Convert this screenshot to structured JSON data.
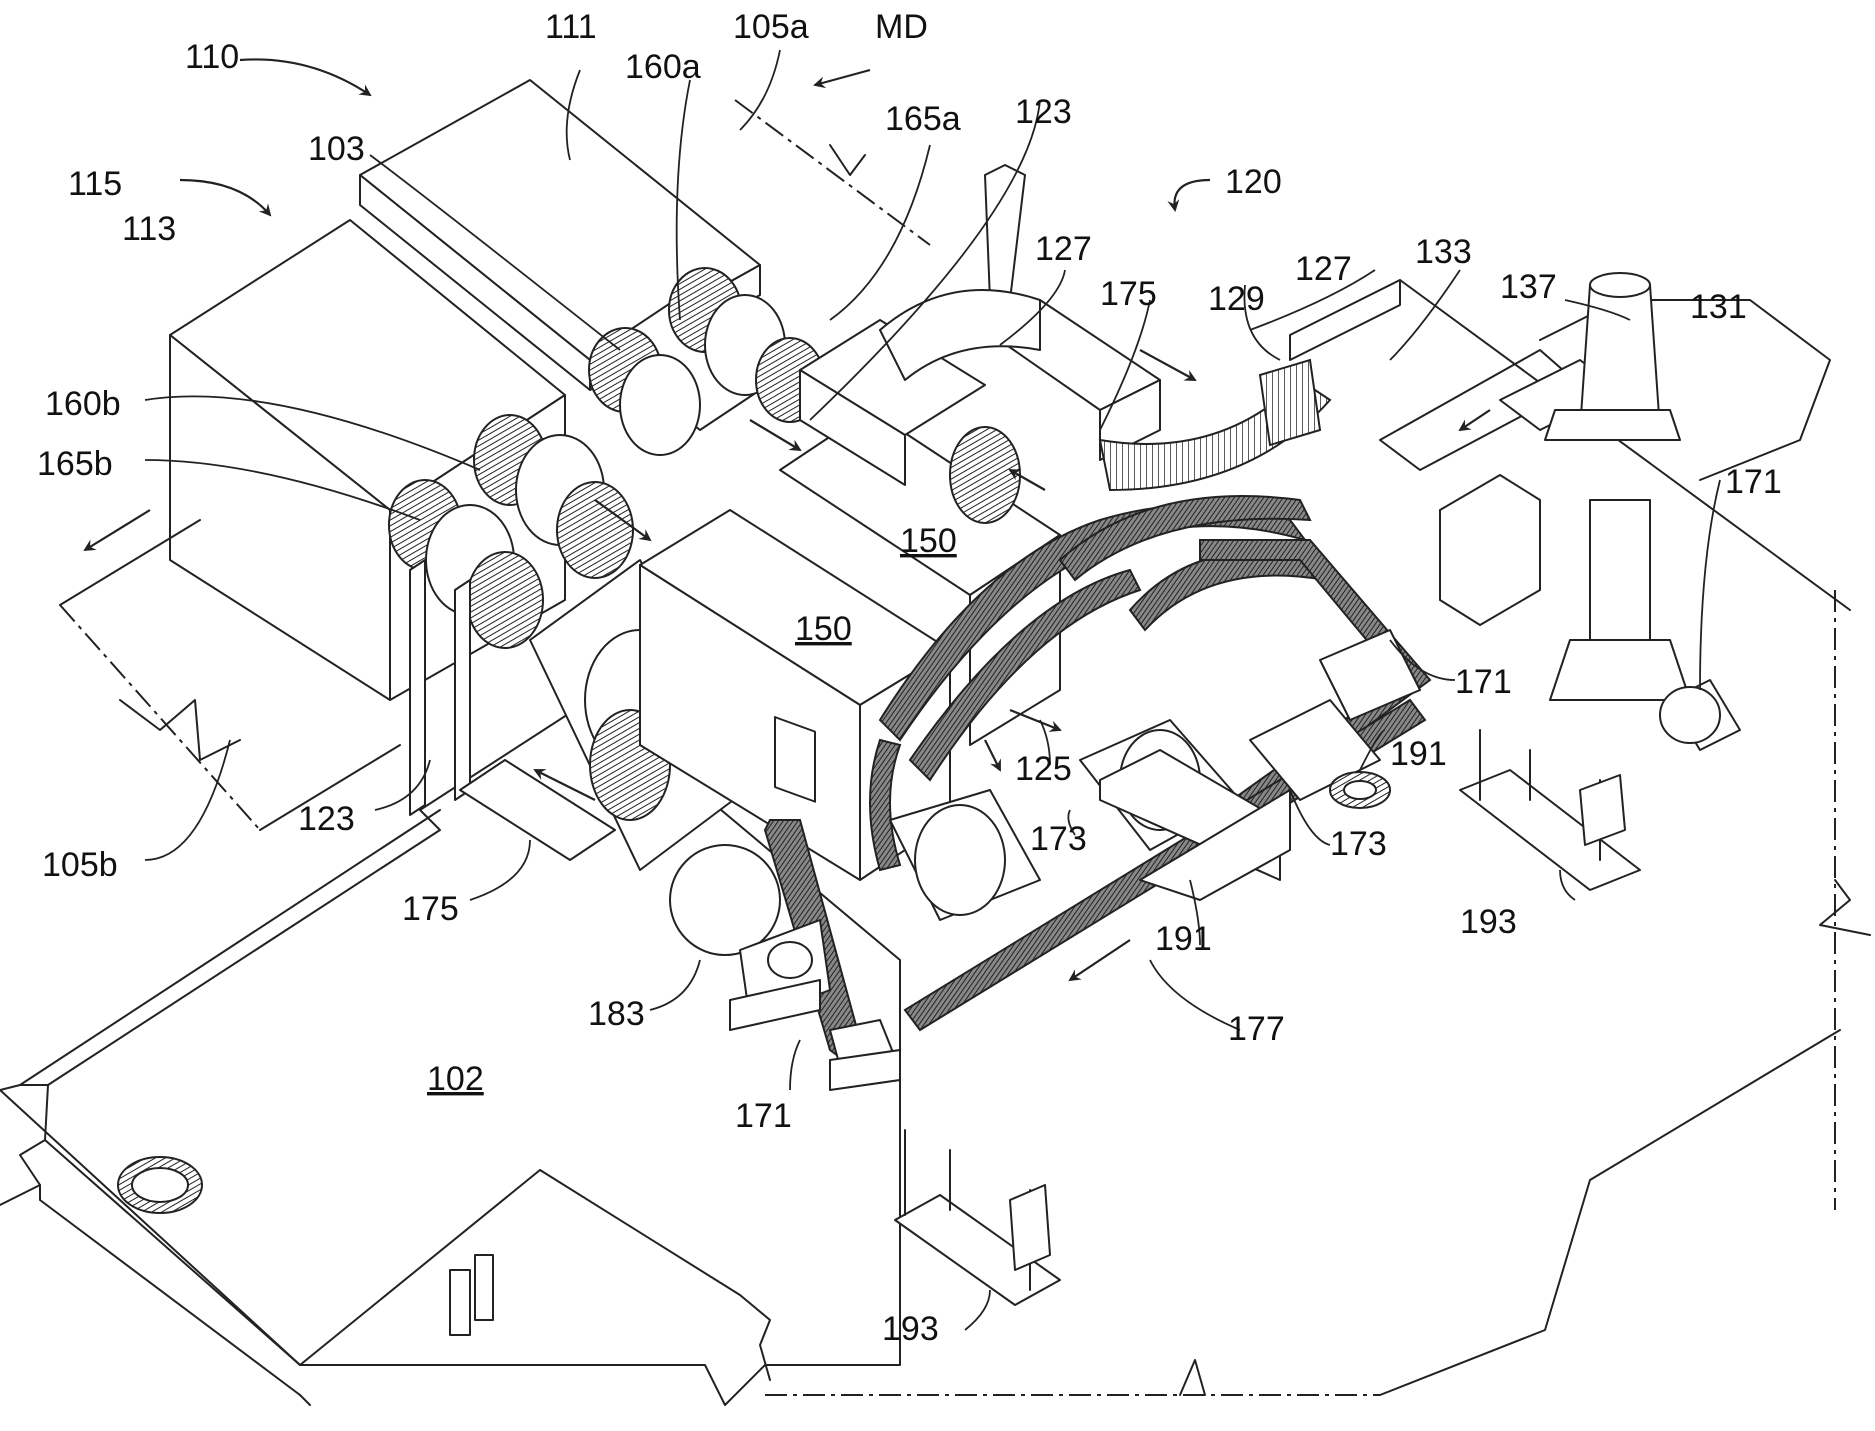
{
  "labels": {
    "l110": "110",
    "l111": "111",
    "l105a": "105a",
    "lMD": "MD",
    "l160a": "160a",
    "l115": "115",
    "l113": "113",
    "l103": "103",
    "l165a": "165a",
    "l123a": "123",
    "l120": "120",
    "l127a": "127",
    "l175a": "175",
    "l129": "129",
    "l127b": "127",
    "l133": "133",
    "l137": "137",
    "l131": "131",
    "l160b": "160b",
    "l165b": "165b",
    "l150a": "150",
    "l150b": "150",
    "l171a": "171",
    "l171b": "171",
    "l191a": "191",
    "l125": "125",
    "l173a": "173",
    "l173b": "173",
    "l123b": "123",
    "l105b": "105b",
    "l175b": "175",
    "l183": "183",
    "l191b": "191",
    "l193a": "193",
    "l177": "177",
    "l102": "102",
    "l171c": "171",
    "l193b": "193"
  }
}
